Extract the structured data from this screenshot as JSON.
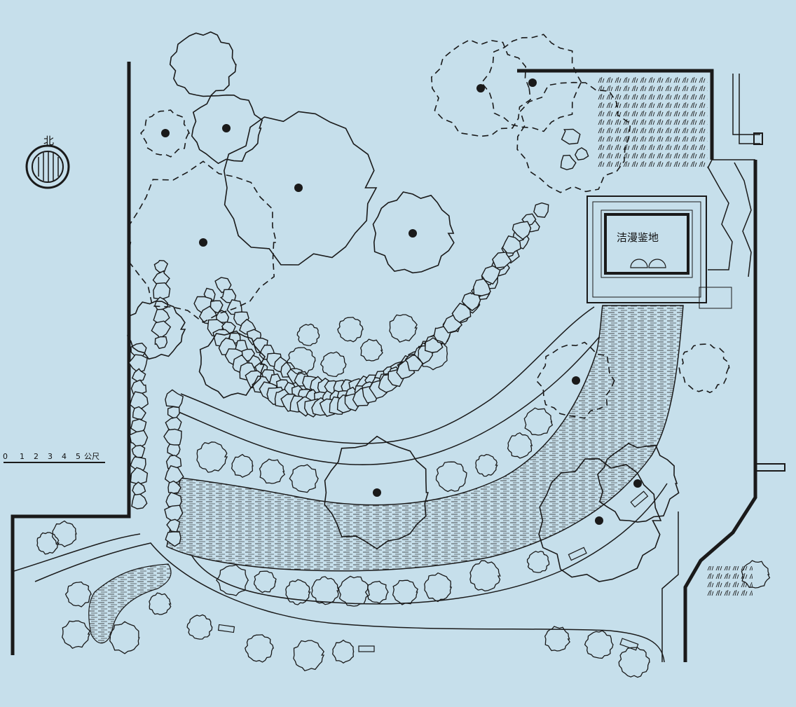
{
  "pavilion_label": "洁漫鉴地",
  "north_label": "北",
  "scale": {
    "ticks": [
      "0",
      "1",
      "2",
      "3",
      "4",
      "5"
    ],
    "unit": "公尺"
  },
  "colors": {
    "background": "#c6dfeb",
    "ink": "#1a1a1a",
    "water_hatch": "#3a3a3a"
  },
  "legend_symbols": {
    "large_tree": "circle-with-trunk-dot",
    "deciduous_tree": "dashed-circle",
    "shrub": "small-wavy-circle",
    "rockery": "rock-cluster",
    "water": "horizontal-hatching"
  }
}
